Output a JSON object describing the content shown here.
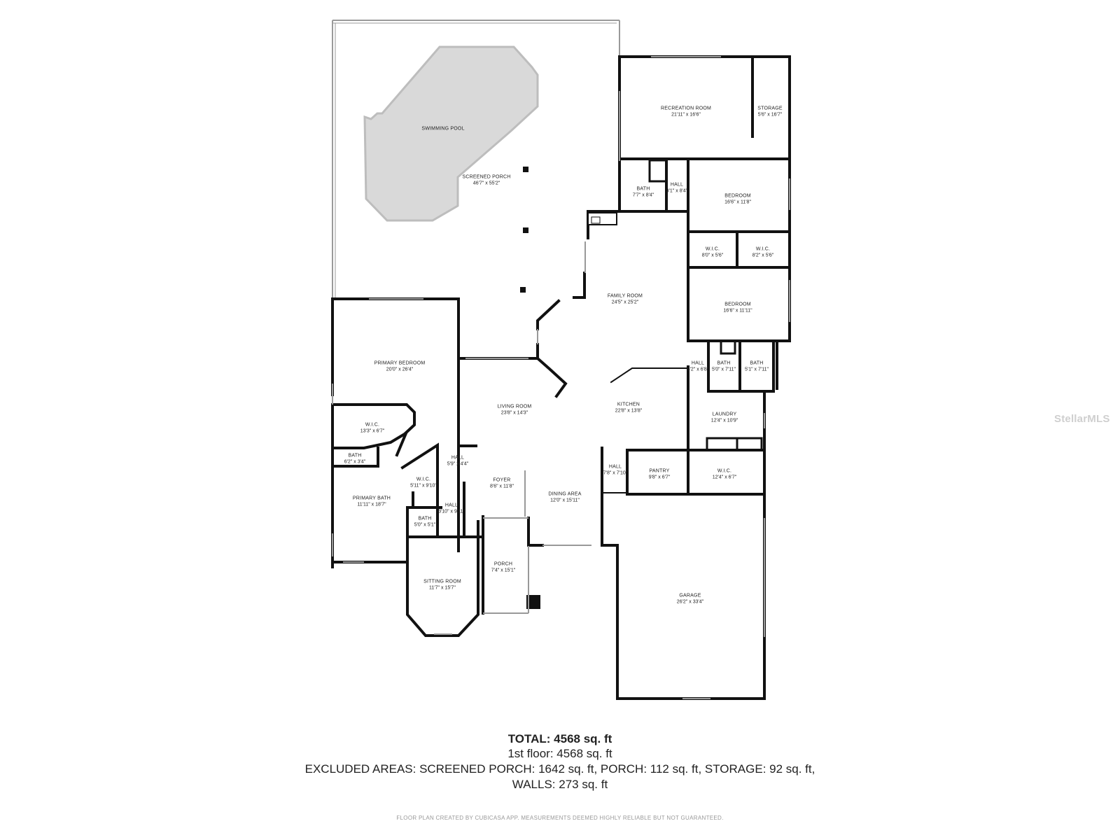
{
  "rooms": [
    {
      "name": "SWIMMING POOL",
      "dims": ""
    },
    {
      "name": "SCREENED PORCH",
      "dims": "46'7\" x 55'2\""
    },
    {
      "name": "RECREATION ROOM",
      "dims": "21'11\" x 16'6\""
    },
    {
      "name": "STORAGE",
      "dims": "5'6\" x 16'7\""
    },
    {
      "name": "BATH",
      "dims": "7'7\" x 8'4\""
    },
    {
      "name": "HALL",
      "dims": "3'1\" x 8'4\""
    },
    {
      "name": "BEDROOM",
      "dims": "16'6\" x 11'8\""
    },
    {
      "name": "W.I.C.",
      "dims": "8'0\" x 5'6\""
    },
    {
      "name": "W.I.C.",
      "dims": "8'2\" x 5'6\""
    },
    {
      "name": "FAMILY ROOM",
      "dims": "24'5\" x 25'2\""
    },
    {
      "name": "BEDROOM",
      "dims": "16'6\" x 11'11\""
    },
    {
      "name": "PRIMARY BEDROOM",
      "dims": "20'0\" x 26'4\""
    },
    {
      "name": "HALL",
      "dims": "3'2\" x 6'8\""
    },
    {
      "name": "BATH",
      "dims": "5'0\" x 7'11\""
    },
    {
      "name": "BATH",
      "dims": "5'1\" x 7'11\""
    },
    {
      "name": "LIVING ROOM",
      "dims": "23'8\" x 14'3\""
    },
    {
      "name": "KITCHEN",
      "dims": "22'8\" x 13'8\""
    },
    {
      "name": "W.I.C.",
      "dims": "13'3\" x 6'7\""
    },
    {
      "name": "LAUNDRY",
      "dims": "12'4\" x 10'9\""
    },
    {
      "name": "BATH",
      "dims": "6'2\" x 3'4\""
    },
    {
      "name": "HALL",
      "dims": "5'9\" x 4'4\""
    },
    {
      "name": "HALL",
      "dims": "7'8\" x 7'10\""
    },
    {
      "name": "PANTRY",
      "dims": "9'8\" x 6'7\""
    },
    {
      "name": "W.I.C.",
      "dims": "12'4\" x 6'7\""
    },
    {
      "name": "W.I.C.",
      "dims": "5'11\" x 9'10\""
    },
    {
      "name": "FOYER",
      "dims": "8'6\" x 11'8\""
    },
    {
      "name": "PRIMARY BATH",
      "dims": "11'11\" x 18'7\""
    },
    {
      "name": "DINING AREA",
      "dims": "12'0\" x 15'11\""
    },
    {
      "name": "HALL",
      "dims": "3'10\" x 9'11\""
    },
    {
      "name": "BATH",
      "dims": "5'0\" x 5'1\""
    },
    {
      "name": "PORCH",
      "dims": "7'4\" x 15'1\""
    },
    {
      "name": "SITTING ROOM",
      "dims": "11'7\" x 15'7\""
    },
    {
      "name": "GARAGE",
      "dims": "26'2\" x 33'4\""
    }
  ],
  "summary": {
    "total": "TOTAL: 4568 sq. ft",
    "floor": "1st floor: 4568 sq. ft",
    "excluded": "EXCLUDED AREAS: SCREENED PORCH: 1642 sq. ft, PORCH: 112 sq. ft, STORAGE: 92 sq. ft,",
    "walls": "WALLS: 273 sq. ft"
  },
  "disclaimer": "FLOOR PLAN CREATED BY CUBICASA APP. MEASUREMENTS DEEMED HIGHLY RELIABLE BUT NOT GUARANTEED.",
  "watermark": "StellarMLS",
  "colors": {
    "wall": "#111111",
    "pool_fill": "#d9d9d9",
    "pool_edge": "#bdbdbd",
    "screen": "#9a9a9a"
  }
}
